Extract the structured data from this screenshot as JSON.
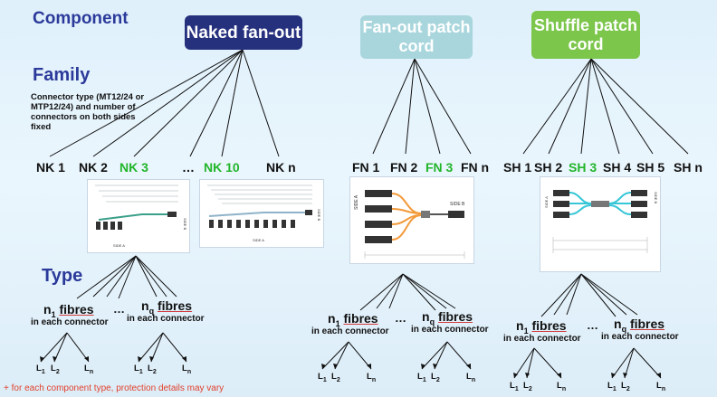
{
  "headings": {
    "component": "Component",
    "family": "Family",
    "type": "Type"
  },
  "components": {
    "naked": "Naked fan-out",
    "fanout": "Fan-out patch cord",
    "shuffle": "Shuffle patch cord"
  },
  "family_note": "Connector type (MT12/24 or MTP12/24) and number of connectors on both sides fixed",
  "naked_labels": [
    "NK 1",
    "NK 2",
    "NK 3",
    "…",
    "NK 10",
    "NK n"
  ],
  "fanout_labels": [
    "FN 1",
    "FN 2",
    "FN 3",
    "FN n"
  ],
  "shuffle_labels": [
    "SH 1",
    "SH 2",
    "SH 3",
    "SH 4",
    "SH 5",
    "SH n"
  ],
  "type": {
    "fibres_word": "fibres",
    "n_base": "n",
    "sub_1": "1",
    "sub_q": "q",
    "in_each": "in each connector",
    "ellipsis": "…",
    "L": "L",
    "l_sub_1": "1",
    "l_sub_2": "2",
    "l_sub_n": "n"
  },
  "image_text": {
    "side_a": "SIDE A",
    "side_b": "SIDE B"
  },
  "footer": "+ for each component type, protection details may vary",
  "colors": {
    "heading": "#2b3a9a",
    "naked_box": "#26317e",
    "fanout_box": "#a8d6dc",
    "shuffle_box": "#7cc64c",
    "highlight": "#22b52a",
    "footer": "#e2402b"
  }
}
